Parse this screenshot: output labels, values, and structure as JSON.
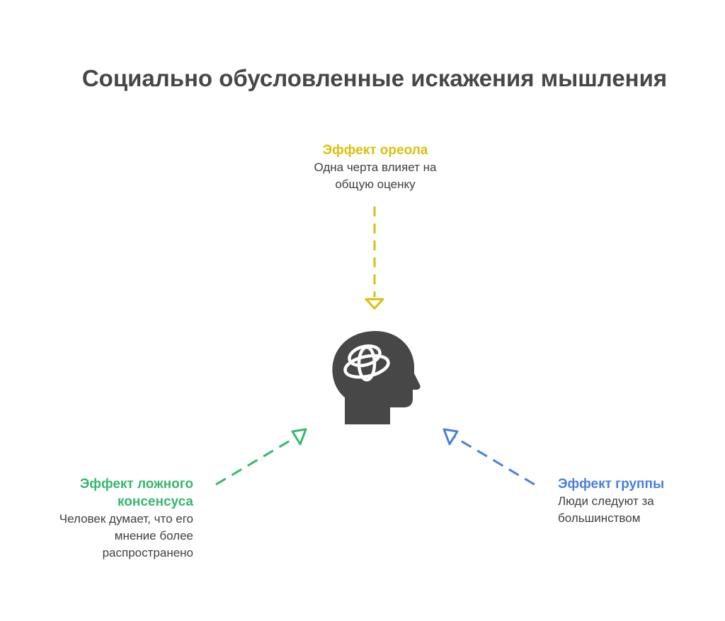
{
  "title": "Социально обусловленные искажения мышления",
  "nodes": {
    "halo": {
      "heading": "Эффект ореола",
      "description": "Одна черта влияет на общую оценку",
      "color": "#d9c00e"
    },
    "false_consensus": {
      "heading": "Эффект ложного консенсуса",
      "description": "Человек думает, что его мнение более распространено",
      "color": "#36b86f"
    },
    "group": {
      "heading": "Эффект группы",
      "description": "Люди следуют за большинством",
      "color": "#4a7fe0"
    }
  },
  "center_icon": "head-with-brain-icon",
  "colors": {
    "title": "#474747",
    "icon": "#474747",
    "text": "#3f3f3f"
  }
}
